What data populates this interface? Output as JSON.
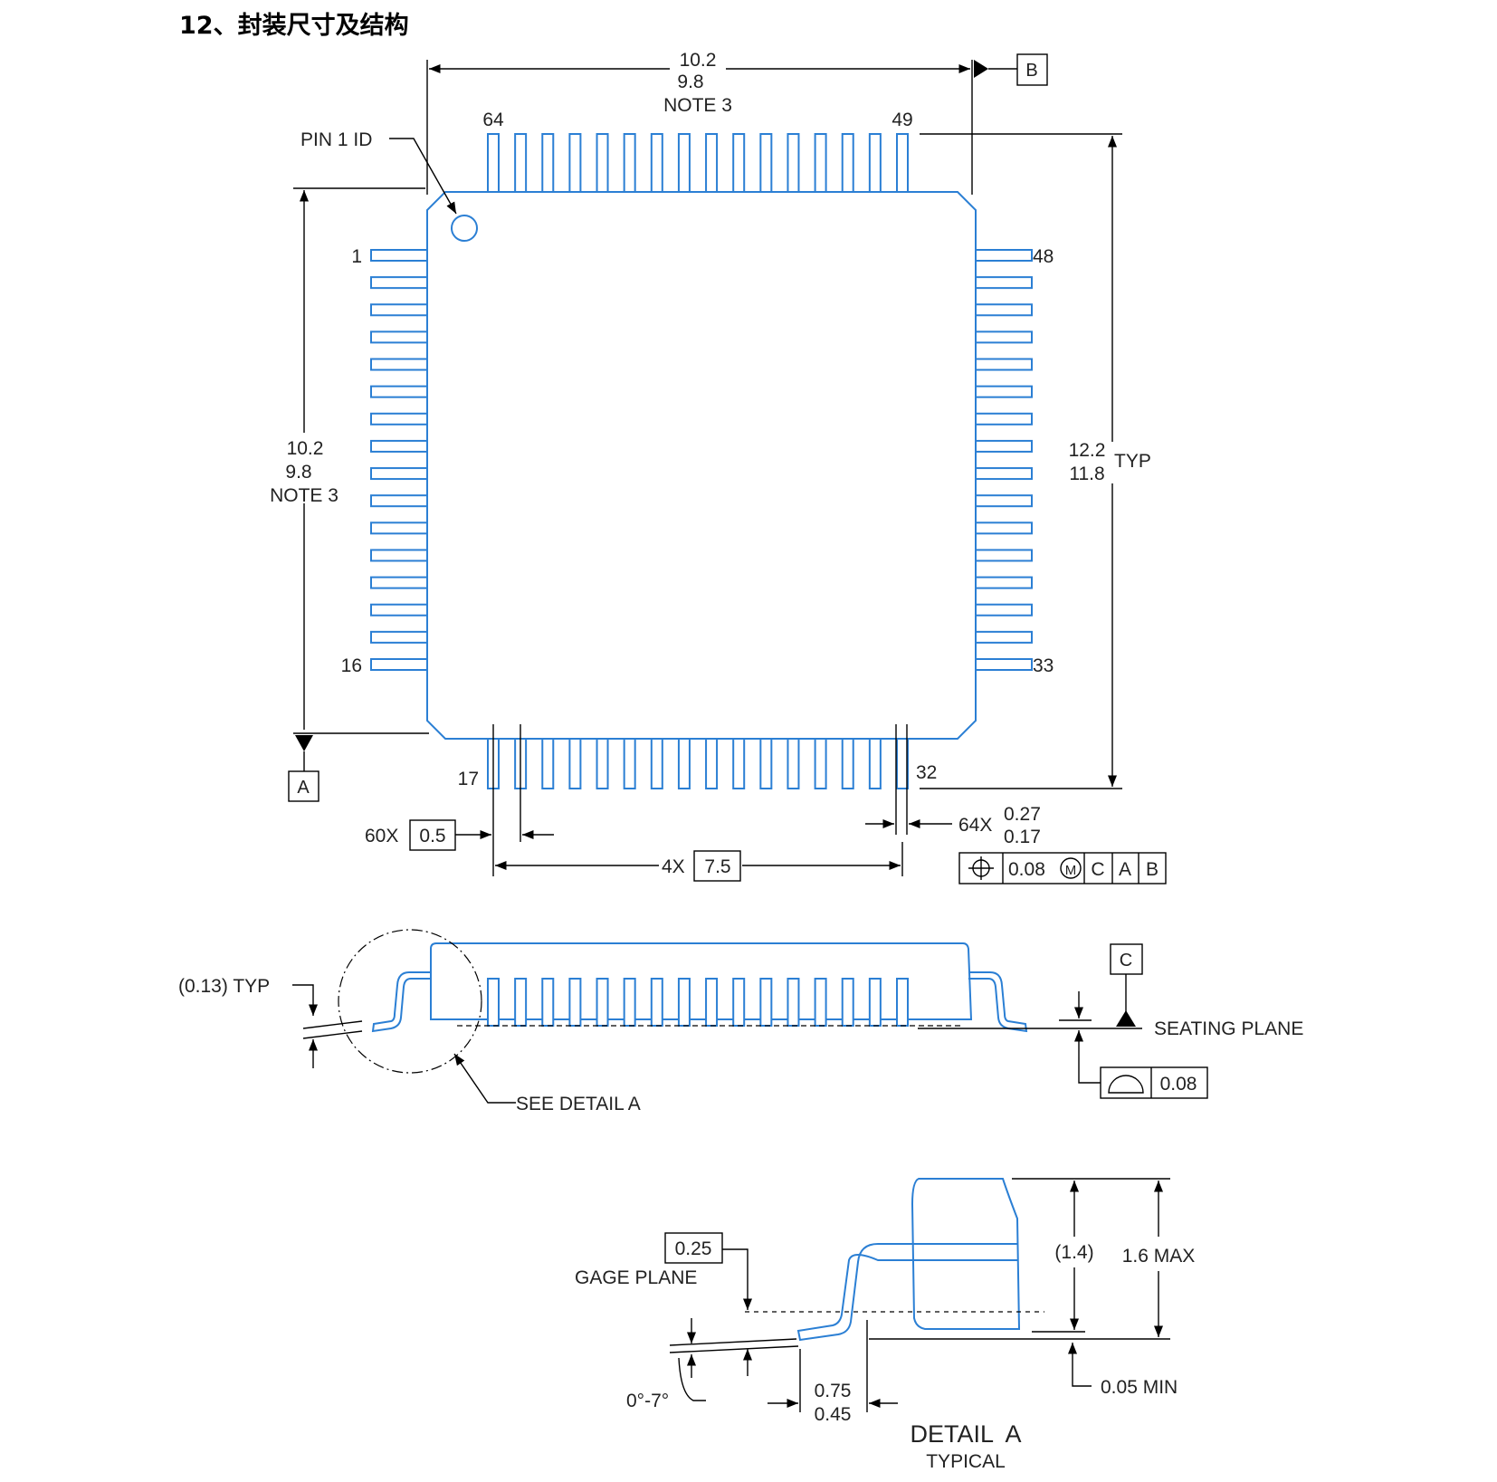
{
  "title": "12、封装尺寸及结构",
  "colors": {
    "outline": "#2b7fd4",
    "dimension": "#000000",
    "text": "#222222"
  },
  "top_view": {
    "top_width": [
      "10.2",
      "9.8",
      "NOTE 3"
    ],
    "datum_b": "B",
    "datum_a": "A",
    "pin1_label": "PIN 1 ID",
    "pins": {
      "p64": "64",
      "p49": "49",
      "p1": "1",
      "p48": "48",
      "p16": "16",
      "p33": "33",
      "p17": "17",
      "p32": "32"
    },
    "left_height": [
      "10.2",
      "9.8",
      "NOTE 3"
    ],
    "right_span": [
      "12.2",
      "11.8"
    ],
    "right_span_suffix": "TYP",
    "pitch_count": "60X",
    "pitch_value": "0.5",
    "span_count": "4X",
    "span_value": "7.5",
    "lead_width_count": "64X",
    "lead_width": [
      "0.27",
      "0.17"
    ],
    "position_tolerance": {
      "value": "0.08",
      "modifier": "M",
      "datums": [
        "C",
        "A",
        "B"
      ],
      "symbol": "position-icon"
    }
  },
  "side_view": {
    "lead_thickness": "(0.13) TYP",
    "see_detail": "SEE DETAIL A",
    "datum_c": "C",
    "seating_plane": "SEATING PLANE",
    "coplanarity": {
      "value": "0.08",
      "symbol": "profile-icon"
    }
  },
  "detail_a": {
    "gage_value": "0.25",
    "gage_plane": "GAGE PLANE",
    "body_height": "(1.4)",
    "max_height": "1.6 MAX",
    "angle": "0°-7°",
    "foot_length": [
      "0.75",
      "0.45"
    ],
    "standoff": "0.05 MIN",
    "caption": "DETAIL  A",
    "subcaption": "TYPICAL"
  }
}
